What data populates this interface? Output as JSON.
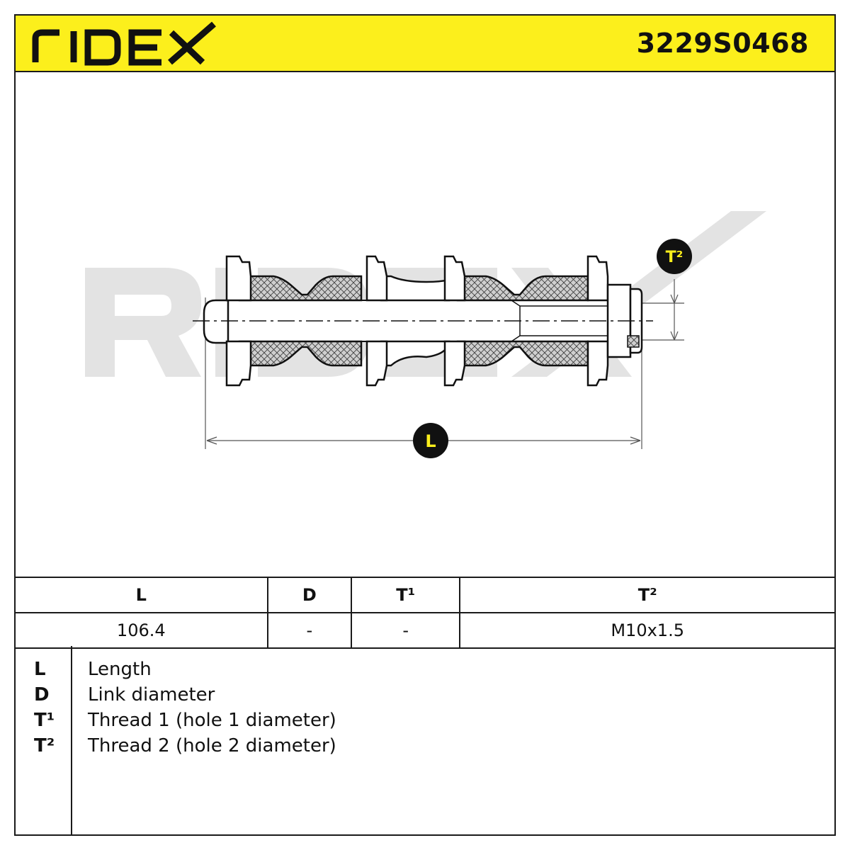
{
  "brand": {
    "name": "RIDEX",
    "accent_color": "#fcef1c"
  },
  "part_number": "3229S0468",
  "drawing": {
    "watermark": "RIDEX",
    "dimension_labels": {
      "length": "L",
      "thread2": "T²"
    }
  },
  "spec_table": {
    "headers": [
      "L",
      "D",
      "T¹",
      "T²"
    ],
    "values": [
      "106.4",
      "-",
      "-",
      "M10x1.5"
    ]
  },
  "legend": [
    {
      "key": "L",
      "description": "Length"
    },
    {
      "key": "D",
      "description": "Link diameter"
    },
    {
      "key": "T¹",
      "description": "Thread 1 (hole 1 diameter)"
    },
    {
      "key": "T²",
      "description": "Thread 2 (hole 2 diameter)"
    }
  ]
}
